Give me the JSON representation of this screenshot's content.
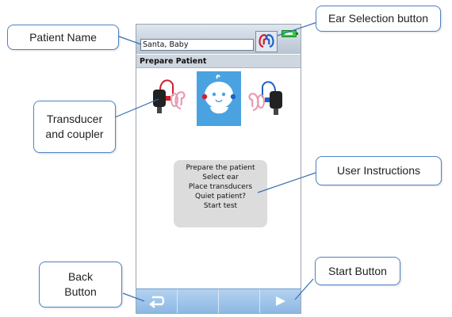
{
  "device": {
    "patient_name": "Santa, Baby",
    "section_title": "Prepare Patient",
    "instructions": [
      "Prepare the patient",
      "Select ear",
      "Place transducers",
      "Quiet patient?",
      "Start test"
    ]
  },
  "callouts": {
    "patient_name": "Patient Name",
    "ear_selection": "Ear Selection button",
    "transducer": "Transducer and coupler",
    "user_instructions": "User Instructions",
    "back_button": "Back Button",
    "start_button": "Start Button"
  },
  "icons": {
    "ear_button": "ear-icon",
    "battery": "battery-icon",
    "back": "return-arrow-icon",
    "start": "play-icon"
  },
  "colors": {
    "left_ear": "#d21f2f",
    "right_ear": "#2060c8",
    "baby_background": "#4aa3e0",
    "battery": "#2ecc40",
    "bottom_bar": "#9fc4e8"
  }
}
